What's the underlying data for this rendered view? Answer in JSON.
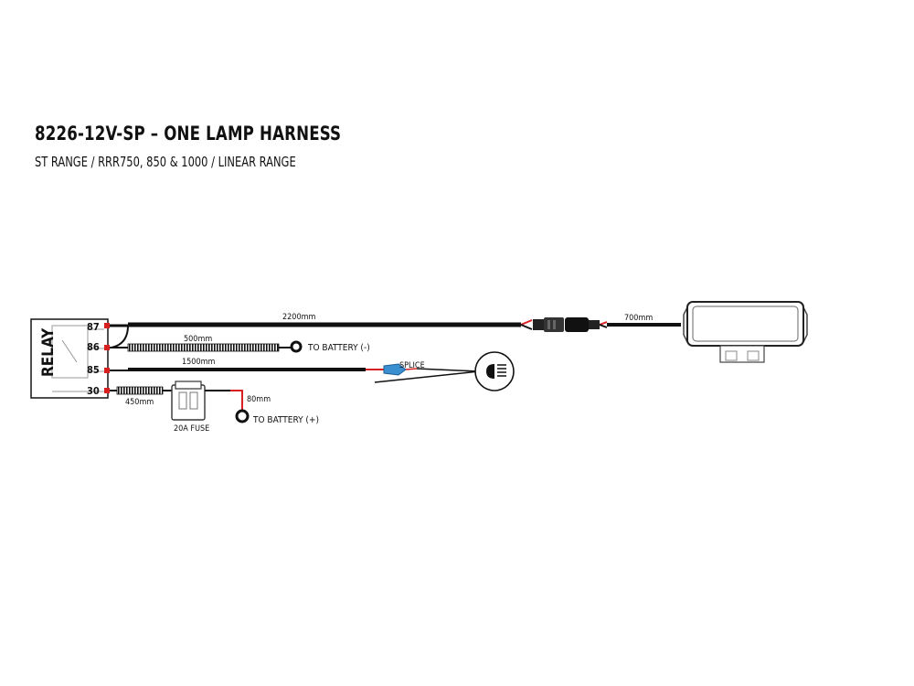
{
  "header": {
    "title": "8226-12V-SP – ONE LAMP HARNESS",
    "subtitle": "ST RANGE / RRR750, 850 & 1000 / LINEAR RANGE"
  },
  "relay": {
    "label": "RELAY",
    "pins": [
      "87",
      "86",
      "85",
      "30"
    ]
  },
  "wires": {
    "main_length": "2200mm",
    "lamp_length": "700mm",
    "negative_length": "500mm",
    "switch_length": "1500mm",
    "fuse_in_length": "450mm",
    "positive_length": "80mm"
  },
  "labels": {
    "to_battery_negative": "TO BATTERY (-)",
    "to_battery_positive": "TO BATTERY (+)",
    "splice": "SPLICE",
    "fuse": "20A FUSE"
  },
  "colors": {
    "wire": "#111111",
    "positive_wire": "#d92020",
    "splice_blue": "#3a8fd0"
  },
  "icons": [
    "relay-icon",
    "ring-terminal-icon",
    "splice-connector-icon",
    "fuse-holder-icon",
    "high-beam-icon",
    "lamp-icon",
    "connector-icon"
  ]
}
